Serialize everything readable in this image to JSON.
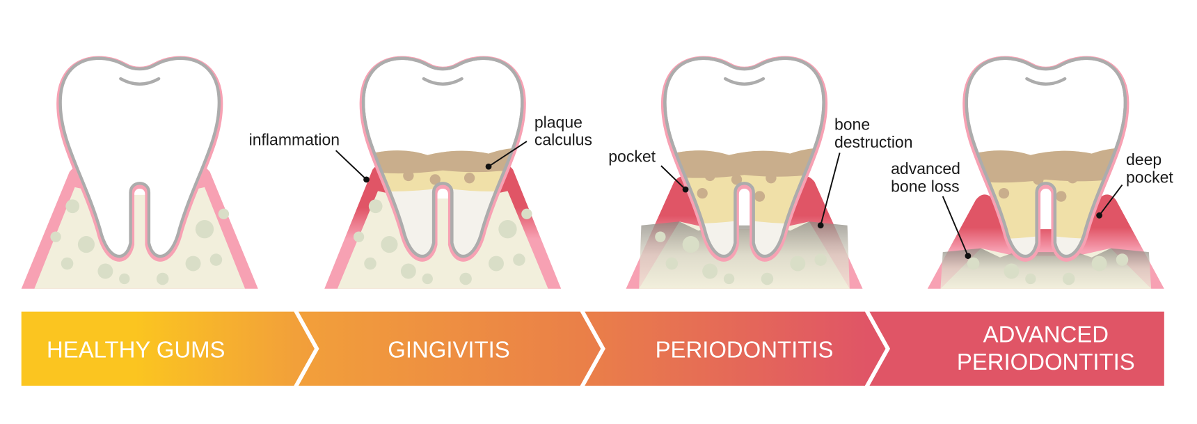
{
  "colors": {
    "tooth_outline": "#ACACAC",
    "gum": "#F7A1B3",
    "gum_inflamed": "#E05566",
    "bone": "#F2EFDC",
    "bone_spot": "#D9DEC7",
    "plaque": "#F0E0A8",
    "calculus": "#C9AE8C",
    "banner_start": "#FBC520",
    "banner_mid1": "#F2A03A",
    "banner_mid2": "#EA8048",
    "banner_end": "#E05566"
  },
  "stages": [
    {
      "label_lines": [
        "HEALTHY GUMS"
      ]
    },
    {
      "label_lines": [
        "GINGIVITIS"
      ]
    },
    {
      "label_lines": [
        "PERIODONTITIS"
      ]
    },
    {
      "label_lines": [
        "ADVANCED",
        "PERIODONTITIS"
      ]
    }
  ],
  "annotations": [
    {
      "lines": [
        "inflammation"
      ]
    },
    {
      "lines": [
        "plaque",
        "calculus"
      ]
    },
    {
      "lines": [
        "pocket"
      ]
    },
    {
      "lines": [
        "bone",
        "destruction"
      ]
    },
    {
      "lines": [
        "advanced",
        "bone loss"
      ]
    },
    {
      "lines": [
        "deep",
        "pocket"
      ]
    }
  ]
}
